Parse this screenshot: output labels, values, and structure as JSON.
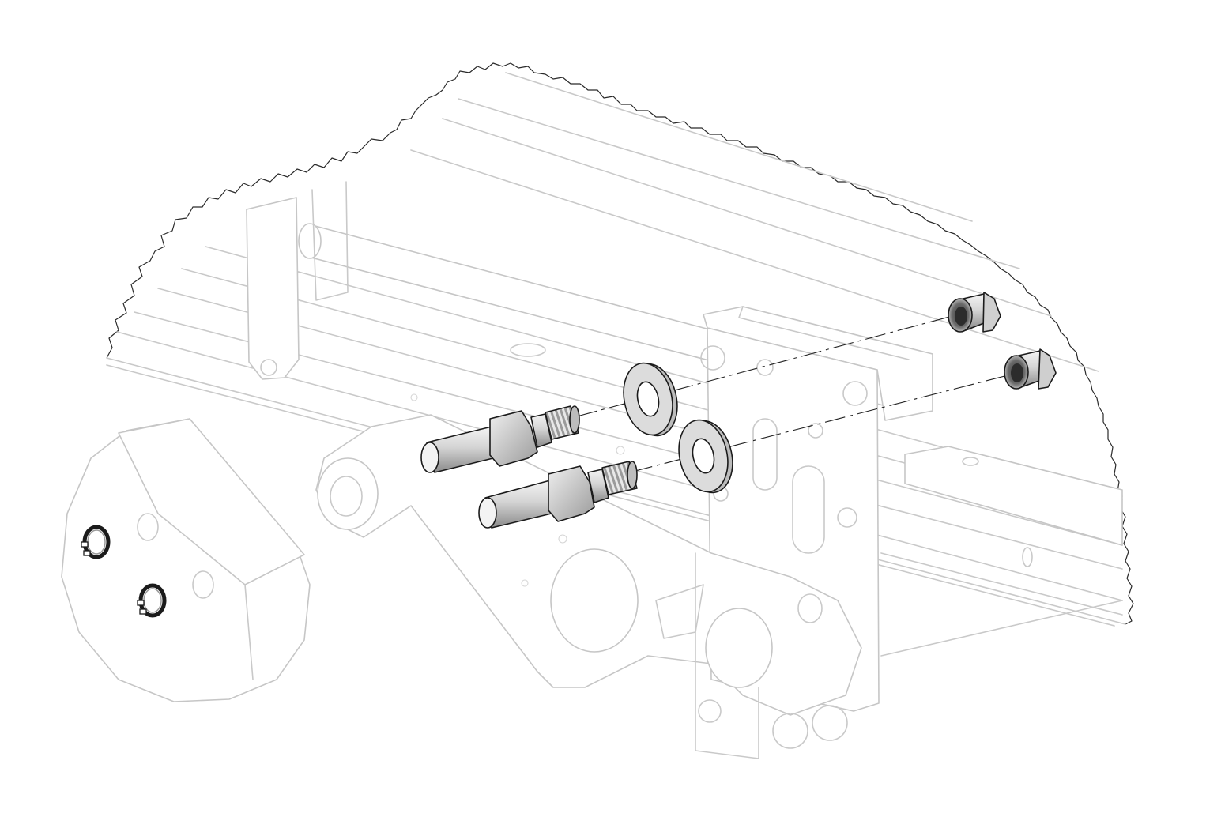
{
  "diagram": {
    "type": "exploded-assembly-view",
    "palette": {
      "ghost_line": "#c9c9c9",
      "part_outline": "#1b1b1b",
      "metal_dark": "#8a8a8a",
      "metal_light": "#f2f2f2",
      "washer_fill": "#d9d9d9",
      "background": "#ffffff"
    },
    "parts": [
      {
        "id": "stud-upper",
        "icon": "threaded-stud-icon"
      },
      {
        "id": "stud-lower",
        "icon": "threaded-stud-icon"
      },
      {
        "id": "washer-upper",
        "icon": "flat-washer-icon"
      },
      {
        "id": "washer-lower",
        "icon": "flat-washer-icon"
      },
      {
        "id": "bushing-upper",
        "icon": "flanged-bushing-icon"
      },
      {
        "id": "bushing-lower",
        "icon": "flanged-bushing-icon"
      },
      {
        "id": "retaining-ring-upper",
        "icon": "retaining-ring-icon"
      },
      {
        "id": "retaining-ring-lower",
        "icon": "retaining-ring-icon"
      }
    ]
  }
}
